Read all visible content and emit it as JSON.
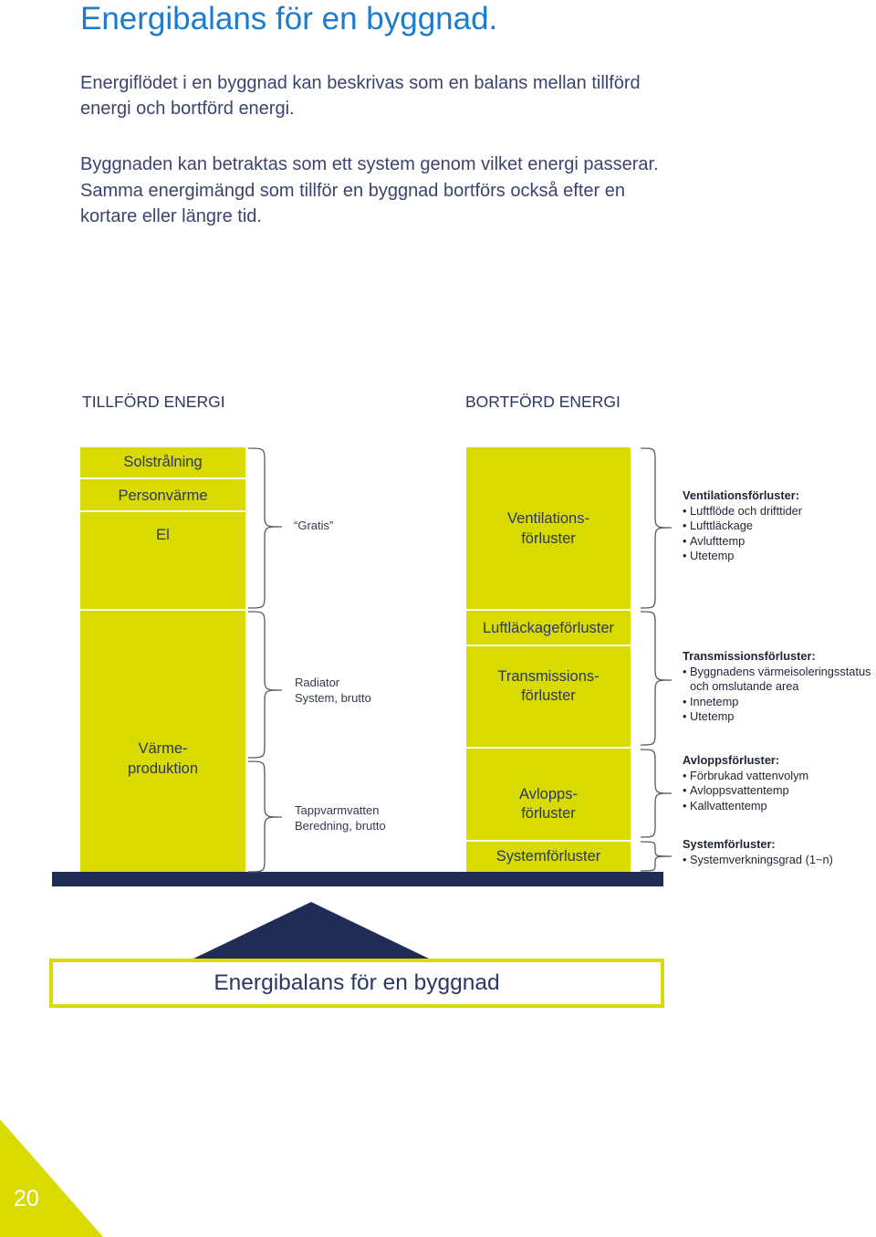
{
  "page": {
    "title": "Energibalans för en byggnad.",
    "intro": {
      "p1": [
        "Energiflödet i en byggnad kan beskrivas som en balans mellan tillförd",
        "energi och bortförd energi."
      ],
      "p2": [
        "Byggnaden kan betraktas som ett system genom vilket energi passerar.",
        "Samma energimängd som tillför en byggnad bortförs också efter en",
        "kortare eller längre tid."
      ]
    },
    "page_number": "20"
  },
  "diagram": {
    "supplied": {
      "heading": "TILLFÖRD ENERGI",
      "blocks": {
        "solstralning": "Solstrålning",
        "personvarme": "Personvärme",
        "el": "El",
        "varmeproduktion": [
          "Värme-",
          "produktion"
        ]
      },
      "groups": {
        "gratis": "“Gratis”",
        "radiator": [
          "Radiator",
          "System, brutto"
        ],
        "tappvarmvatten": [
          "Tappvarmvatten",
          "Beredning, brutto"
        ]
      }
    },
    "removed": {
      "heading": "BORTFÖRD ENERGI",
      "blocks": {
        "ventilation": [
          "Ventilations-",
          "förluster"
        ],
        "luftlackage": "Luftläckageförluster",
        "transmission": [
          "Transmissions-",
          "förluster"
        ],
        "avlopp": [
          "Avlopps-",
          "förluster"
        ],
        "system": "Systemförluster"
      },
      "details": {
        "ventilation": {
          "title": "Ventilationsförluster:",
          "items": [
            "Luftflöde och drifttider",
            "Lufttläckage",
            "Avlufttemp",
            "Utetemp"
          ]
        },
        "transmission": {
          "title": "Transmissionsförluster:",
          "items": [
            [
              "Byggnadens värmeisoleringsstatus",
              "och omslutande area"
            ],
            "Innetemp",
            "Utetemp"
          ]
        },
        "avlopp": {
          "title": "Avloppsförluster:",
          "items": [
            "Förbrukad vattenvolym",
            "Avloppsvattentemp",
            "Kallvattentemp"
          ]
        },
        "system": {
          "title": "Systemförluster:",
          "items": [
            "Systemverkningsgrad (1~n)"
          ]
        }
      }
    },
    "balance_label": "Energibalans för en byggnad"
  },
  "colors": {
    "title_blue": "#1d7bcc",
    "body_text": "#3a4470",
    "diagram_text": "#2b3764",
    "yellow_green": "#d9db00",
    "navy": "#1f2c56",
    "brace_grey": "#555a60"
  }
}
